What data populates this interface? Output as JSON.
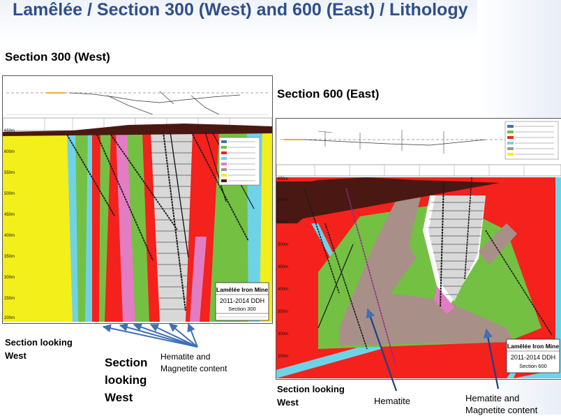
{
  "slide": {
    "title": "Lamêlée  /  Section 300 (West) and 600  (East) /  Lithology"
  },
  "west": {
    "heading": "Section 300  (West)",
    "caption_line1": "Section looking",
    "caption_line2": "West",
    "big_caption_line1": "Section",
    "big_caption_line2": "looking",
    "big_caption_line3": "West",
    "annotation_line1": "Hematite and",
    "annotation_line2": "Magnetite content",
    "titleblock": {
      "line1": "Lamêlée Iron Mine",
      "line2": "2011-2014 DDH",
      "line3": "Section 300"
    },
    "elevations": [
      "650m",
      "600m",
      "550m",
      "500m",
      "450m",
      "400m",
      "350m",
      "300m",
      "250m",
      "200m"
    ]
  },
  "east": {
    "heading": "Section 600  (East)",
    "caption_line1": "Section looking",
    "caption_line2": "West",
    "hematite_label": "Hematite",
    "annotation_line1": "Hematite and",
    "annotation_line2": "Magnetite content",
    "titleblock": {
      "line1": "Lamêlée Iron Mine",
      "line2": "2011-2014 DDH",
      "line3": "Section 600"
    },
    "elevations": [
      "650m",
      "600m",
      "550m",
      "500m",
      "450m",
      "400m",
      "350m",
      "300m",
      "250m"
    ]
  },
  "colors": {
    "arrow": "#3f6fb4",
    "title": "#2f4e8c",
    "overburden": "#4a1812",
    "yellow_unit": "#f3ef1a",
    "cyan_unit": "#6fd3e8",
    "green_unit": "#74c043",
    "red_unit": "#f4211c",
    "pink_unit": "#e27dc3",
    "taupe_unit": "#a89088",
    "striped_unit": "#d8d8d8"
  }
}
